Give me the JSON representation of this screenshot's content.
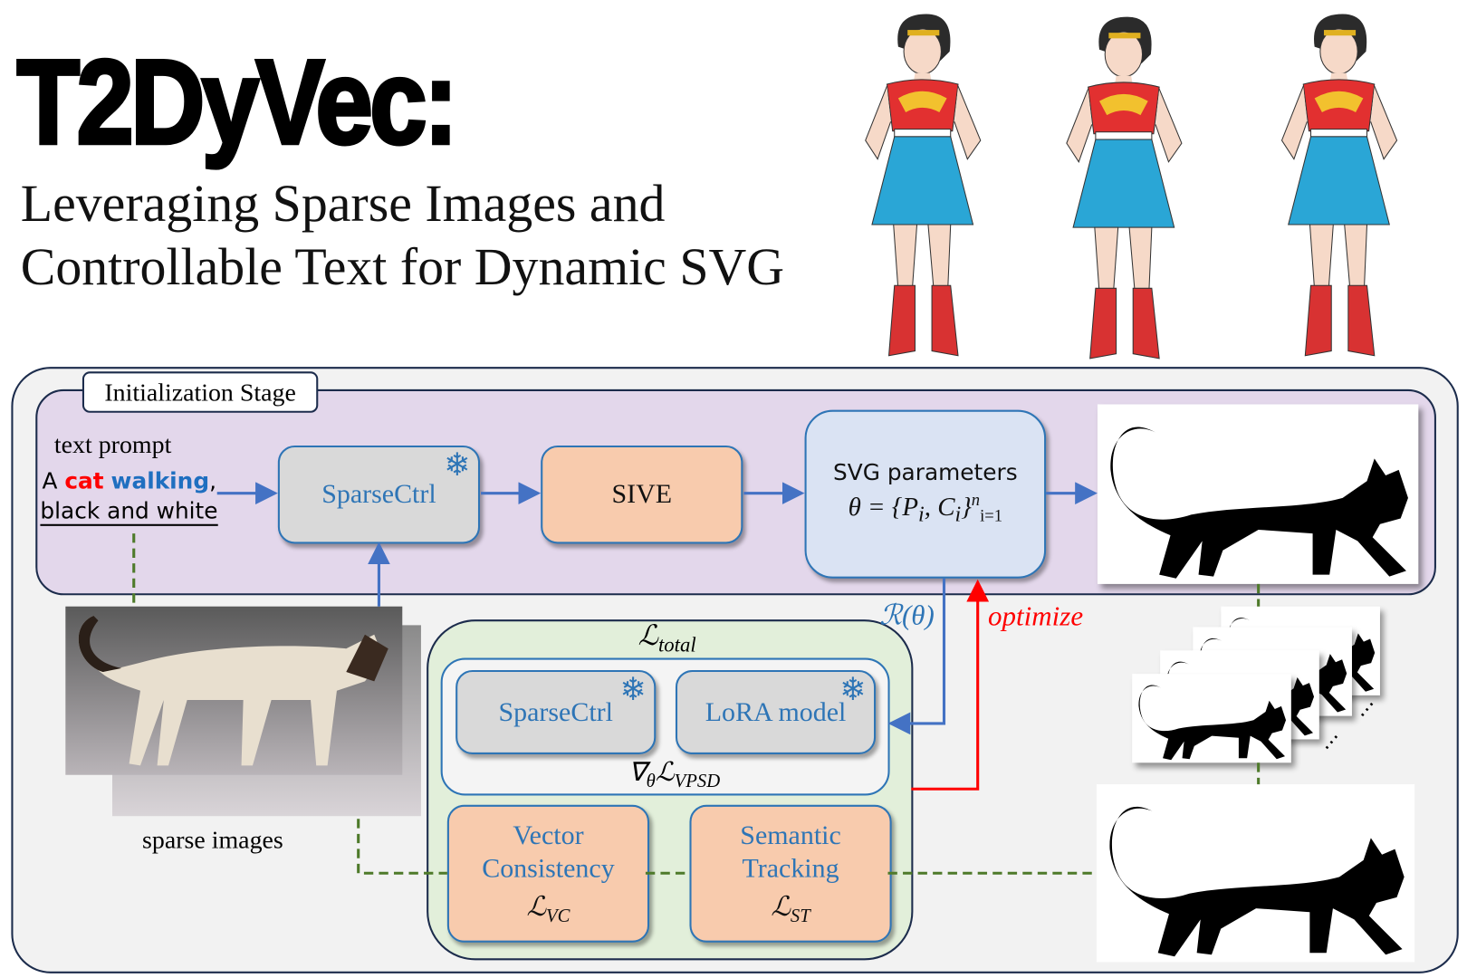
{
  "title": "T2DyVec:",
  "subtitle": [
    "Leveraging Sparse Images and",
    "Controllable Text for Dynamic SVG"
  ],
  "stage_label": "Initialization Stage",
  "text_prompt": {
    "label": "text prompt",
    "words": [
      "A",
      "cat",
      "walking",
      ","
    ],
    "line2": "black and white"
  },
  "nodes": {
    "sparsectrl": "SparseCtrl",
    "sive": "SIVE",
    "svg_params": {
      "label": "SVG parameters",
      "formula": "θ = {P",
      "i": "i",
      "c": ", C",
      "close": "}",
      "sup": "n",
      "sub": "i=1"
    },
    "lora": "LoRA model",
    "vector_consistency": {
      "label1": "Vector",
      "label2": "Consistency",
      "loss": "ℒ",
      "loss_sub": "VC"
    },
    "semantic_tracking": {
      "label1": "Semantic",
      "label2": "Tracking",
      "loss": "ℒ",
      "loss_sub": "ST"
    }
  },
  "loss_total": {
    "symbol": "ℒ",
    "sub": "total"
  },
  "grad_loss": {
    "nabla": "∇",
    "theta": "θ",
    "symbol": "ℒ",
    "sub": "VPSD"
  },
  "render_label": "ℛ(θ)",
  "optimize_label": "optimize",
  "sparse_images_label": "sparse images",
  "frames_ellipsis": "⋯",
  "snowflake": "❄",
  "colors": {
    "blue": "#2e75b6",
    "red": "#ff0000",
    "green_dash": "#4e7a2a",
    "purple_bg": "#e3d7eb",
    "green_bg": "#e2efda",
    "orange": "#f8cbad"
  }
}
